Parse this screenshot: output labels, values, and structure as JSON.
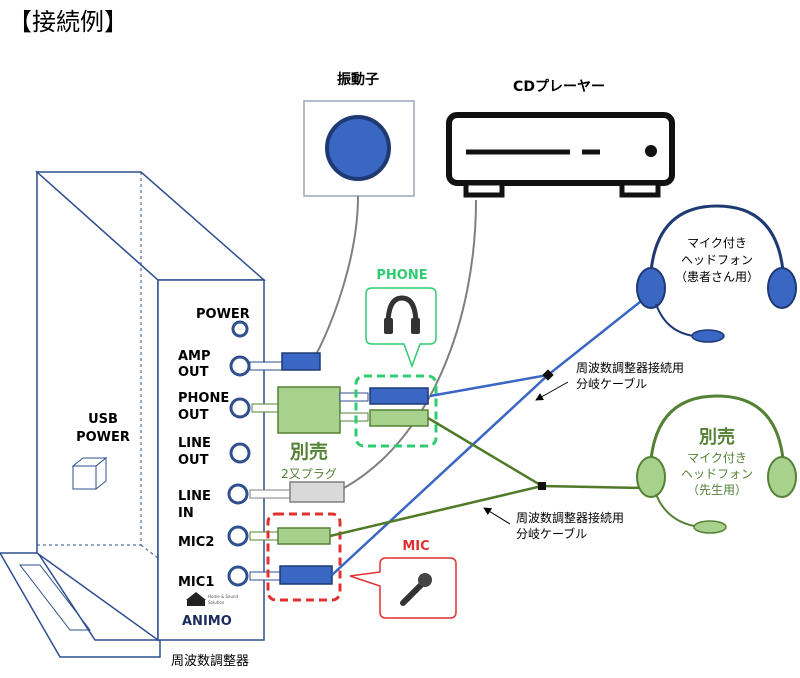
{
  "title": "【接続例】",
  "device": {
    "name": "周波数調整器",
    "usb_power": [
      "USB",
      "POWER"
    ],
    "ports": {
      "power": "POWER",
      "amp_out": [
        "AMP",
        "OUT"
      ],
      "phone_out": [
        "PHONE",
        "OUT"
      ],
      "line_out": [
        "LINE",
        "OUT"
      ],
      "line_in": [
        "LINE",
        "IN"
      ],
      "mic2": "MIC2",
      "mic1": "MIC1"
    },
    "logo": "ANIMO",
    "logo_sub": [
      "Home & Sound",
      "Solution"
    ]
  },
  "vibrator": {
    "label": "振動子"
  },
  "cd_player": {
    "label": "CDプレーヤー"
  },
  "phone_callout": {
    "label": "PHONE"
  },
  "mic_callout": {
    "label": "MIC"
  },
  "splitter": {
    "sold_separately": "別売",
    "plug_label": "2又プラグ"
  },
  "headset_patient": {
    "lines": [
      "マイク付き",
      "ヘッドフォン",
      "（患者さん用）"
    ]
  },
  "headset_teacher": {
    "sold_separately": "別売",
    "lines": [
      "マイク付き",
      "ヘッドフォン",
      "（先生用）"
    ]
  },
  "branch_cable_top": {
    "lines": [
      "周波数調整器接続用",
      "分岐ケーブル"
    ]
  },
  "branch_cable_bottom": {
    "lines": [
      "周波数調整器接続用",
      "分岐ケーブル"
    ]
  },
  "colors": {
    "device_outline": "#2f4f8f",
    "blue_fill": "#3a66c4",
    "green_fill": "#a9d18e",
    "green_dark": "#548235",
    "green_line": "#4f7a28",
    "red": "#e03030",
    "callout_green": "#2ecc71",
    "gray_cable": "#7f7f7f",
    "plug_gray": "#d9d9d9"
  }
}
